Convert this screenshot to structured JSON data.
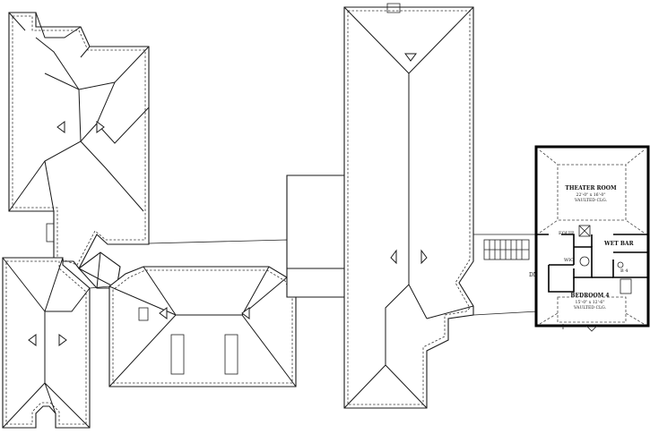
{
  "rooms": {
    "theater": {
      "name": "THEATER ROOM",
      "size": "22'-0\" x 16'-0\"",
      "note": "VAULTED CLG."
    },
    "bedroom4": {
      "name": "BEDROOM 4",
      "size": "15'-0\" x 12'-6\"",
      "note": "VAULTED CLG."
    },
    "wet_bar": {
      "name": "WET BAR"
    },
    "equip": {
      "name": "EQUIP."
    },
    "wic": {
      "name": "WIC"
    },
    "bath": {
      "name": "B 4"
    },
    "stair": {
      "name": "DN"
    }
  }
}
